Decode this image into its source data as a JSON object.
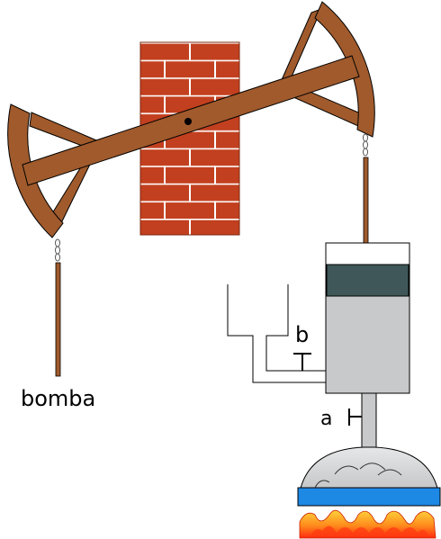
{
  "labels": {
    "pump": "bomba",
    "valve_b": "b",
    "valve_a": "a"
  },
  "colors": {
    "wood": "#a05a2c",
    "brick": "#c2401f",
    "mortar": "#ffffff",
    "cylinder": "#c8c9cb",
    "piston": "#3f5758",
    "boiler_dome": "#cfd0d2",
    "boiler_base": "#1e88e5",
    "flame_outer": "#ff3b12",
    "flame_inner": "#ffc32b"
  }
}
